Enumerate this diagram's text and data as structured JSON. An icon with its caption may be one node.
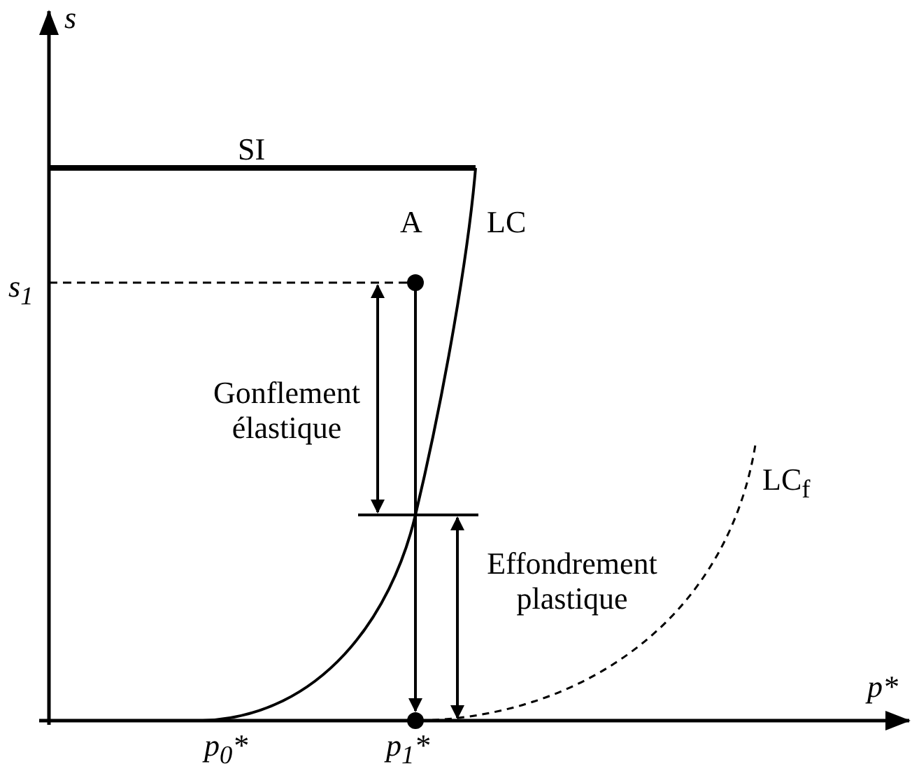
{
  "diagram": {
    "labels": [
      "s",
      "SI",
      "A",
      "LC",
      "s$_{1}$",
      "Gonflement élastique",
      "LC$_{f}$",
      "Effondrement plastique",
      "p$_{0}$*",
      "p$_{1}$*",
      "p*"
    ]
  }
}
